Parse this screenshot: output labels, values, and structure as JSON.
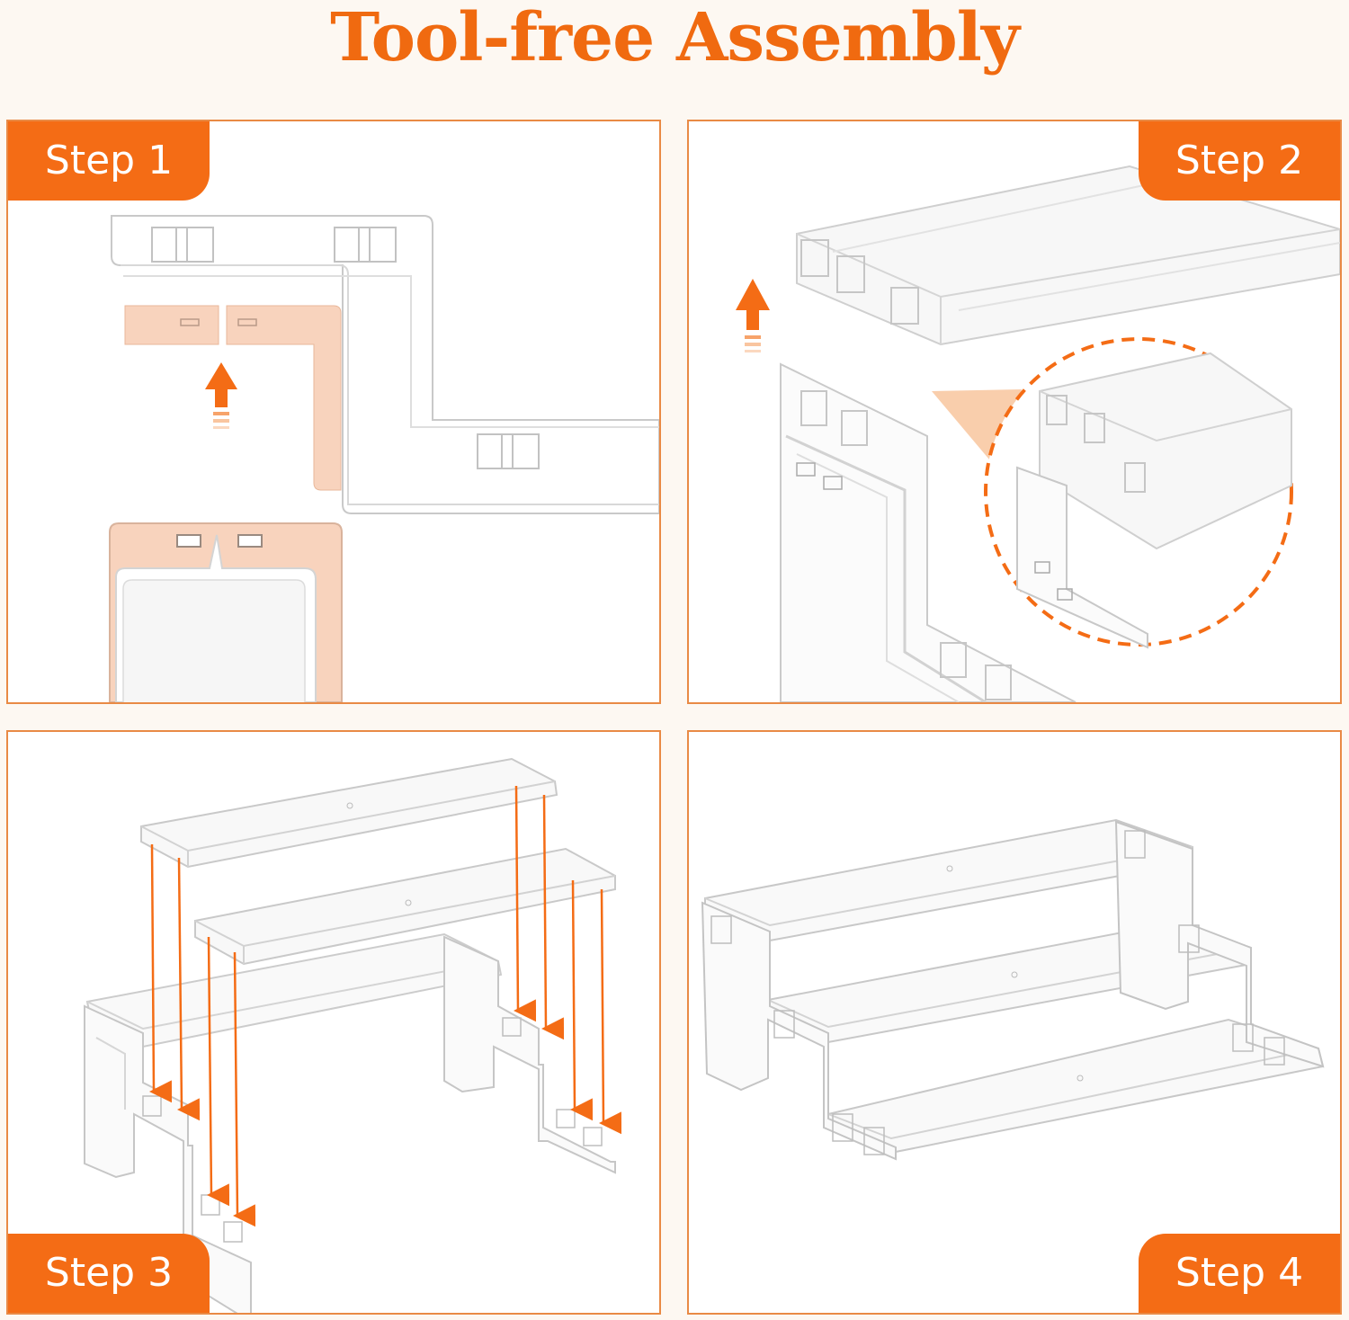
{
  "title": "Tool-free Assembly",
  "steps": [
    {
      "label": "Step 1"
    },
    {
      "label": "Step 2"
    },
    {
      "label": "Step 3"
    },
    {
      "label": "Step 4"
    }
  ],
  "colors": {
    "accent": "#f46c15",
    "title": "#f06a10",
    "peach": "#f8d3bd",
    "panel_border": "#e98a45",
    "background": "#fdf8f2"
  },
  "icons": [
    "up-arrow-icon",
    "down-arrow-icon",
    "magnifier-circle-icon"
  ]
}
